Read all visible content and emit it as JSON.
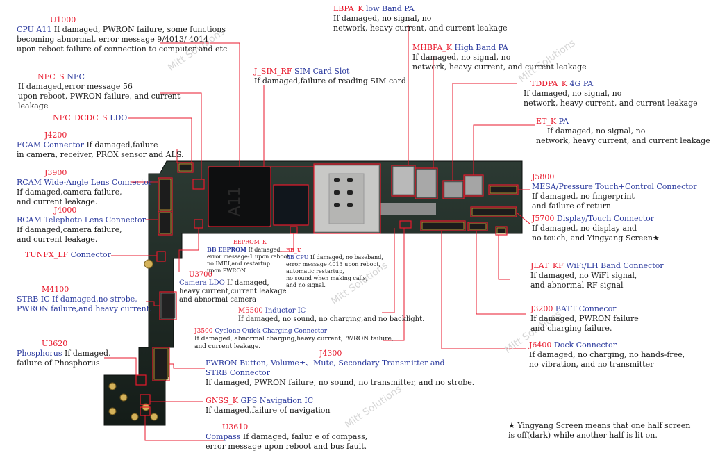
{
  "watermark": "Mitt Solutions",
  "footnote": "★ Yingyang Screen means that one half screen is off(dark) while another half is lit on.",
  "footnote_lines": [
    "★ Yingyang Screen means that one half screen",
    "is off(dark) while another half is lit on."
  ],
  "colors": {
    "code": "#e8192c",
    "name": "#2b3a9e",
    "text": "#1a1a1a",
    "line": "#e8192c",
    "board": "#1f2a24"
  },
  "labels": {
    "u1000": {
      "code": "U1000",
      "name": "CPU  A11",
      "lines": [
        "If damaged, PWRON failure, some functions",
        "becoming abnormal,  error  message 9/4013/ 4014",
        "upon reboot    failure of connection to computer and etc"
      ]
    },
    "nfc_s": {
      "code": "NFC_S",
      "name": "NFC",
      "lines": [
        "If damaged,error  message 56",
        "upon reboot, PWRON failure, and current",
        "leakage"
      ]
    },
    "nfc_dcdc": {
      "code": "NFC_DCDC_S",
      "name": "LDO",
      "lines": []
    },
    "j4200": {
      "code": "J4200",
      "name": "FCAM Connector",
      "lines": [
        "If damaged,failure",
        "in camera, receiver, PROX sensor and ALS."
      ]
    },
    "j3900": {
      "code": "J3900",
      "name": "RCAM Wide-Angle Lens Connector",
      "lines": [
        "If damaged,camera failure,",
        "and current leakage."
      ]
    },
    "j4000": {
      "code": "J4000",
      "name": "RCAM Telephoto  Lens Connector",
      "lines": [
        "If damaged,camera failure,",
        "and current leakage."
      ]
    },
    "tunfx": {
      "code": "TUNFX_LF",
      "name": "Connector",
      "lines": []
    },
    "m4100": {
      "code": "M4100",
      "name": "STRB IC",
      "lines": [
        "If damaged,no strobe,",
        "PWRON failure,and heavy current."
      ]
    },
    "u3620": {
      "code": "U3620",
      "name": "Phosphorus",
      "lines": [
        "If damaged,",
        "failure  of  Phosphorus"
      ]
    },
    "j_sim": {
      "code": "J_SIM_RF",
      "name": "SIM Card Slot",
      "lines": [
        "If damaged,failure of reading SIM card"
      ]
    },
    "lbpa": {
      "code": "LBPA_K",
      "name": "low Band PA",
      "lines": [
        "If damaged,   no signal,   no",
        "network, heavy current, and current leakage"
      ]
    },
    "mhbpa": {
      "code": "MHBPA_K",
      "name": "High  Band PA",
      "lines": [
        "If damaged,   no signal,   no",
        "network, heavy current, and current leakage"
      ]
    },
    "tddpa": {
      "code": "TDDPA_K",
      "name": "4G  PA",
      "lines": [
        "If damaged,   no signal,   no",
        "network, heavy current, and current leakage"
      ]
    },
    "et_k": {
      "code": "ET_K",
      "name": "PA",
      "lines": [
        "If damaged,   no signal,   no",
        "network, heavy current, and current leakage"
      ]
    },
    "j5800": {
      "code": "J5800",
      "name": "MESA/Pressure Touch+Control Connector",
      "lines": [
        "If damaged,  no fingerprint",
        "and   failure of return"
      ]
    },
    "j5700": {
      "code": "J5700",
      "name": "Display/Touch Connector",
      "lines": [
        "If damaged,  no display and",
        "no touch,  and  Yingyang Screen★"
      ]
    },
    "jlat": {
      "code": "JLAT_KF",
      "name": "WiFi/LH Band Connector",
      "lines": [
        "If damaged,     no WiFi signal,",
        "and abnormal RF signal"
      ]
    },
    "j3200": {
      "code": "J3200",
      "name": "BATT  Connecor",
      "lines": [
        "If damaged,  PWRON failure",
        "and charging failure."
      ]
    },
    "j6400": {
      "code": "J6400",
      "name": "Dock Connector",
      "lines": [
        "If damaged, no charging, no hands-free,",
        "no vibration, and no transmitter"
      ]
    },
    "eeprom": {
      "code": "EEPROM_K",
      "name": "BB EEPROM",
      "lines": [
        "If damaged,",
        "error message-1  upon reboot,",
        "no IMEI,and  restartup",
        "upon PWRON"
      ]
    },
    "bb_k": {
      "code": "BB_K",
      "name": "BB  CPU",
      "lines": [
        "If damaged, no baseband,",
        "error message 4013 upon reboot,",
        "automatic restartup,",
        " no sound when making calls,",
        "and no signal."
      ]
    },
    "u3700": {
      "code": "U3700",
      "name": "Camera LDO",
      "lines": [
        "If damaged,",
        "heavy  current,current leakage",
        "and  abnormal camera"
      ]
    },
    "m5500": {
      "code": "M5500",
      "name": "Inductor  IC",
      "lines": [
        "If damaged, no sound, no charging,and no backlight."
      ]
    },
    "j3500": {
      "code": "J3500",
      "name": "Cyclone  Quick  Charging  Connector",
      "lines": [
        "If damaged, abnormal  charging,heavy current,PWRON failure,",
        "and  current  leakage."
      ]
    },
    "j4300": {
      "code": "J4300",
      "name": "PWRON Button,  Volume±、Mute, Secondary Transmitter and",
      "name2": "STRB Connector",
      "lines": [
        "If damaged,   PWRON failure,   no sound,  no transmitter,   and  no strobe."
      ]
    },
    "gnss": {
      "code": "GNSS_K",
      "name": "GPS Navigation IC",
      "lines": [
        "If damaged,failure of navigation"
      ]
    },
    "u3610": {
      "code": "U3610",
      "name": "Compass",
      "lines": [
        "If damaged,  failur e of compass,",
        "error message upon reboot and bus fault."
      ]
    }
  }
}
